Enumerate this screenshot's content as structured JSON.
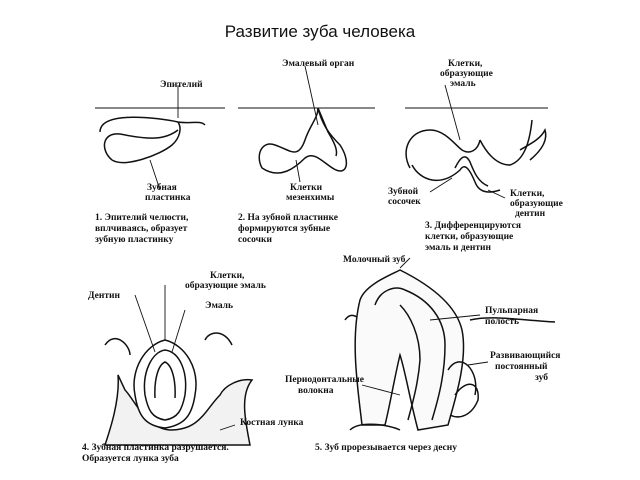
{
  "title": "Развитие зуба человека",
  "panel1": {
    "labels": [
      "Эпителий",
      "Зубная",
      "пластинка"
    ],
    "caption": [
      "1. Эпителий челюсти,",
      "вплчиваясь, образует",
      "зубную пластинку"
    ]
  },
  "panel2": {
    "labels": [
      "Эмалевый орган",
      "Клетки",
      "мезенхимы"
    ],
    "caption": [
      "2. На зубной пластинке",
      "формируются зубные",
      "сосочки"
    ]
  },
  "panel3": {
    "labels": [
      "Клетки,",
      "образующие",
      "эмаль",
      "Зубной",
      "сосочек",
      "Клетки,",
      "образующие",
      "дентин"
    ],
    "caption": [
      "3. Дифференцируются",
      "клетки, образующие",
      "эмаль и дентин"
    ]
  },
  "panel4": {
    "labels": [
      "Клетки,",
      "образующие эмаль",
      "Дентин",
      "Эмаль",
      "Костная лунка"
    ],
    "caption": [
      "4. Зубная пластинка разрушается.",
      "Образуется лунка зуба"
    ]
  },
  "panel5": {
    "labels": [
      "Молочный зуб",
      "Пульпарная",
      "полость",
      "Развивающийся",
      "постоянный",
      "зуб",
      "Периодонтальные",
      "волокна"
    ],
    "caption": [
      "5. Зуб прорезывается через десну"
    ]
  }
}
